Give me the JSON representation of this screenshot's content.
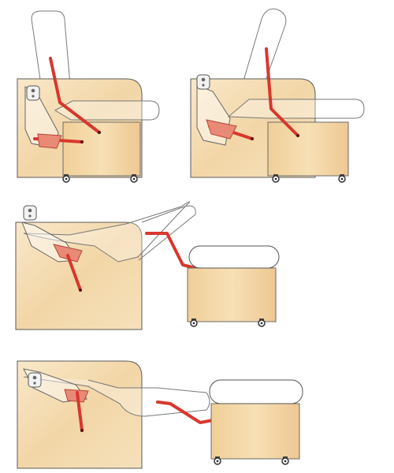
{
  "diagram": {
    "panels": [
      {
        "id": "stage-1"
      },
      {
        "id": "stage-2"
      },
      {
        "id": "stage-3"
      },
      {
        "id": "stage-4"
      }
    ]
  },
  "colors": {
    "wood_light": "#f7e2bf",
    "wood_mid": "#ecc58e",
    "outline": "#4a4a4a",
    "cushion": "#ffffff",
    "mechanism": "#d8372e",
    "mechanism_dark": "#8e1c16",
    "bracket": "#e98a76",
    "caster": "#333333",
    "background": "#ffffff"
  },
  "icons": {
    "fixing_plate": "hinge-plate-icon",
    "caster": "caster-wheel-icon",
    "pivot": "pivot-dot-icon"
  }
}
